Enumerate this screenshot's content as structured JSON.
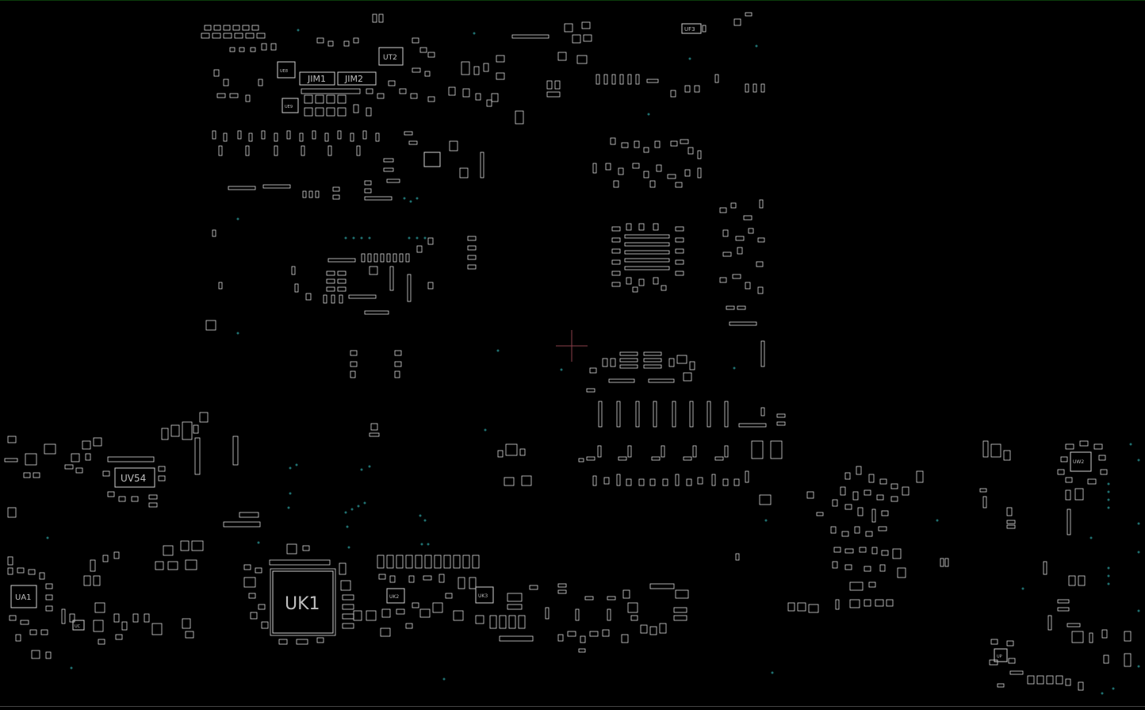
{
  "viewer": {
    "accent_color": "#cfcfcf",
    "background_color": "#000000",
    "via_color": "#1f6f6f",
    "cursor_color": "#8a3f4a"
  },
  "components": {
    "UK1": "UK1",
    "UV54": "UV54",
    "UA1": "UA1",
    "JIM1": "JIM1",
    "JIM2": "JIM2",
    "UT2": "UT2",
    "UF3": "UF3",
    "UK2": "UK2",
    "UK3": "UK3",
    "UE8": "UE8",
    "UE9": "UE9",
    "UC": "UC",
    "UW2": "UW2",
    "UP": "UP"
  }
}
